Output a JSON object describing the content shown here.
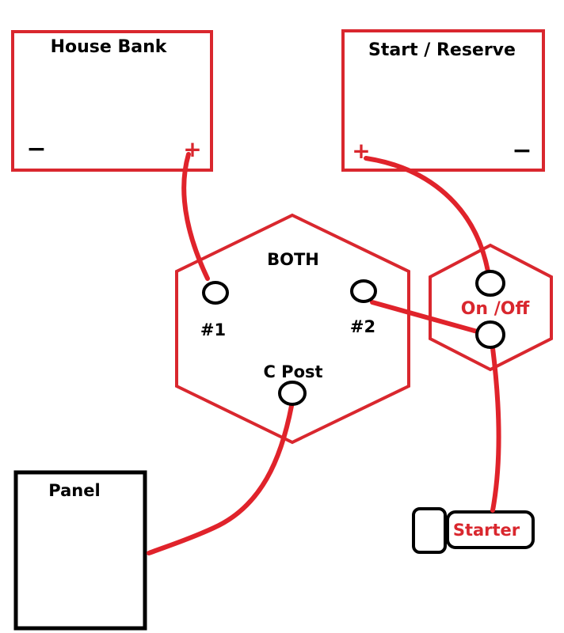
{
  "colors": {
    "battery_outline": "#d9272e",
    "wire": "#e0232b",
    "switch_outline": "#d9272e",
    "post_outline": "#000000",
    "panel_outline": "#000000",
    "text": "#000000",
    "accent_text": "#d9272e"
  },
  "batteries": [
    {
      "id": "house",
      "label": "House Bank",
      "positive_symbol": "+",
      "negative_symbol": "−"
    },
    {
      "id": "start",
      "label": "Start / Reserve",
      "positive_symbol": "+",
      "negative_symbol": "−"
    }
  ],
  "selector_switch": {
    "label": "BOTH",
    "posts": [
      {
        "id": "post1",
        "label": "#1"
      },
      {
        "id": "post2",
        "label": "#2"
      },
      {
        "id": "postC",
        "label": "C Post"
      }
    ]
  },
  "onoff_switch": {
    "label": "On /Off"
  },
  "panel": {
    "label": "Panel"
  },
  "starter": {
    "label": "Starter"
  },
  "connections": [
    {
      "from": "House Bank +",
      "to": "#1"
    },
    {
      "from": "Start / Reserve +",
      "to": "On /Off top post"
    },
    {
      "from": "#2",
      "to": "On /Off bottom post"
    },
    {
      "from": "On /Off bottom post",
      "to": "Starter"
    },
    {
      "from": "C Post",
      "to": "Panel"
    }
  ]
}
